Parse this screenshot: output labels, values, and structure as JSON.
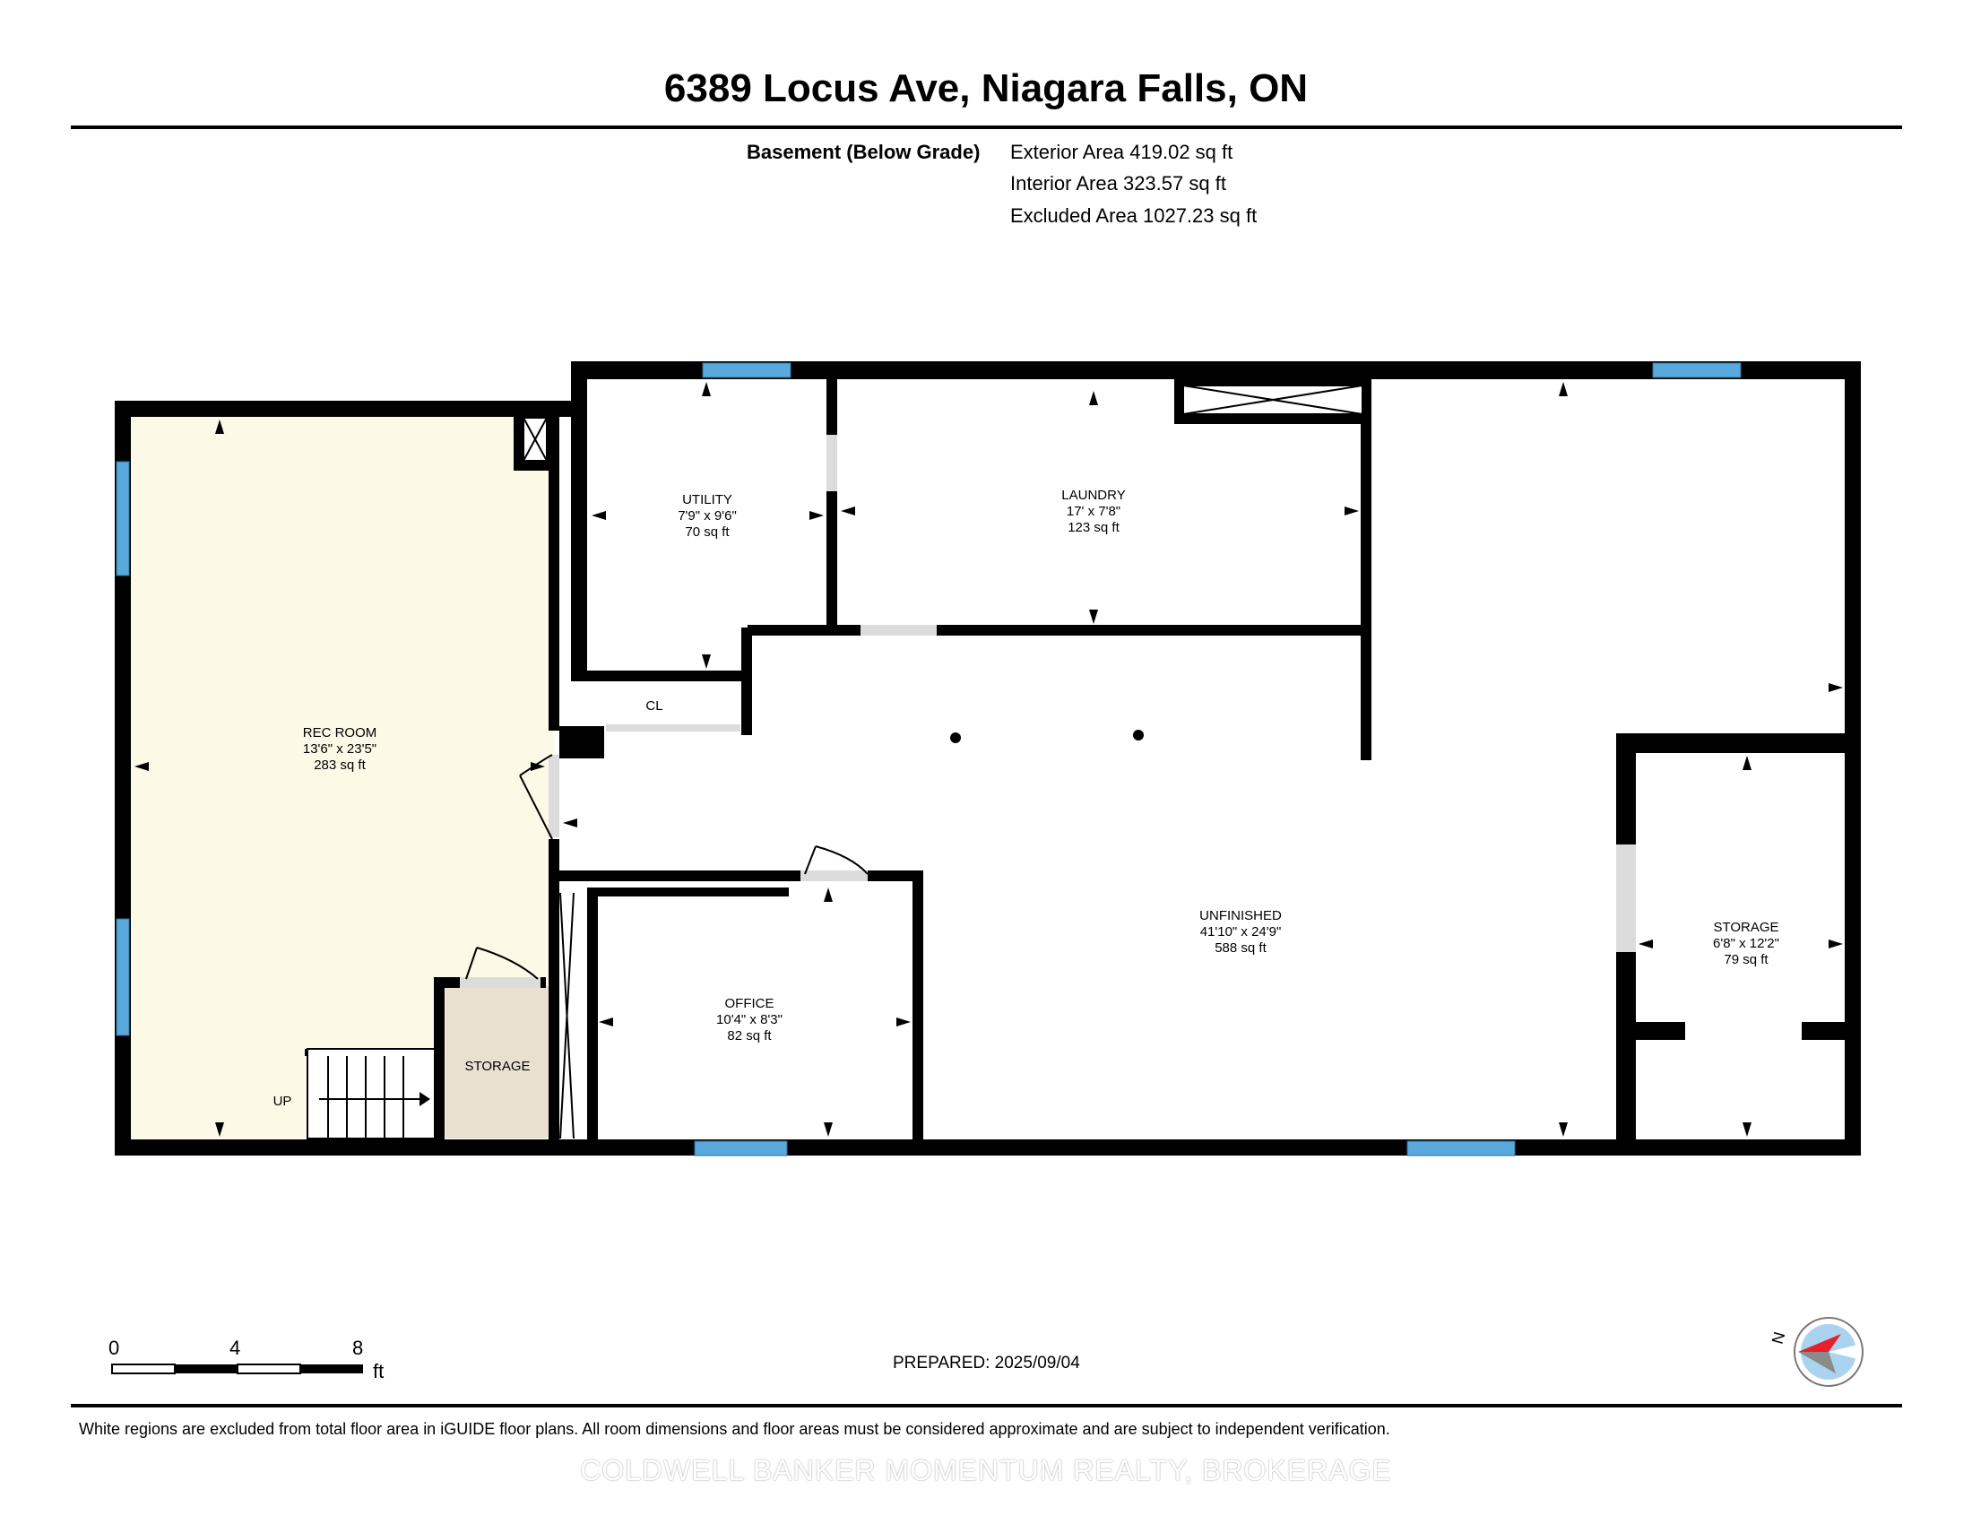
{
  "title": "6389 Locus Ave, Niagara Falls, ON",
  "floor": {
    "name": "Basement (Below Grade)",
    "exterior_area": "Exterior Area 419.02 sq ft",
    "interior_area": "Interior Area 323.57 sq ft",
    "excluded_area": "Excluded Area 1027.23 sq ft"
  },
  "rooms": {
    "rec_room": {
      "name": "REC ROOM",
      "dims": "13'6\" x 23'5\"",
      "area": "283 sq ft"
    },
    "utility": {
      "name": "UTILITY",
      "dims": "7'9\" x 9'6\"",
      "area": "70 sq ft"
    },
    "laundry": {
      "name": "LAUNDRY",
      "dims": "17' x 7'8\"",
      "area": "123 sq ft"
    },
    "closet": {
      "name": "CL"
    },
    "unfinished": {
      "name": "UNFINISHED",
      "dims": "41'10\" x 24'9\"",
      "area": "588 sq ft"
    },
    "office": {
      "name": "OFFICE",
      "dims": "10'4\" x 8'3\"",
      "area": "82 sq ft"
    },
    "storage_right": {
      "name": "STORAGE",
      "dims": "6'8\" x 12'2\"",
      "area": "79 sq ft"
    },
    "storage_small": {
      "name": "STORAGE"
    },
    "stairs": {
      "label": "UP"
    }
  },
  "scale_bar": {
    "labels": [
      "0",
      "4",
      "8"
    ],
    "unit": "ft"
  },
  "compass": {
    "label": "N"
  },
  "prepared": "PREPARED: 2025/09/04",
  "disclaimer": "White regions are excluded from total floor area in iGUIDE floor plans. All room dimensions and floor areas must be considered approximate and are subject to independent verification.",
  "watermark": "COLDWELL BANKER MOMENTUM REALTY, BROKERAGE",
  "colors": {
    "finished_fill": "#fcf9e6",
    "storage_fill": "#e9e0d0",
    "window": "#5aa9dc",
    "wall": "#000000",
    "opening": "#dcdcdc",
    "compass_arrow": "#e8202a",
    "compass_ring": "#a9d3ef"
  }
}
